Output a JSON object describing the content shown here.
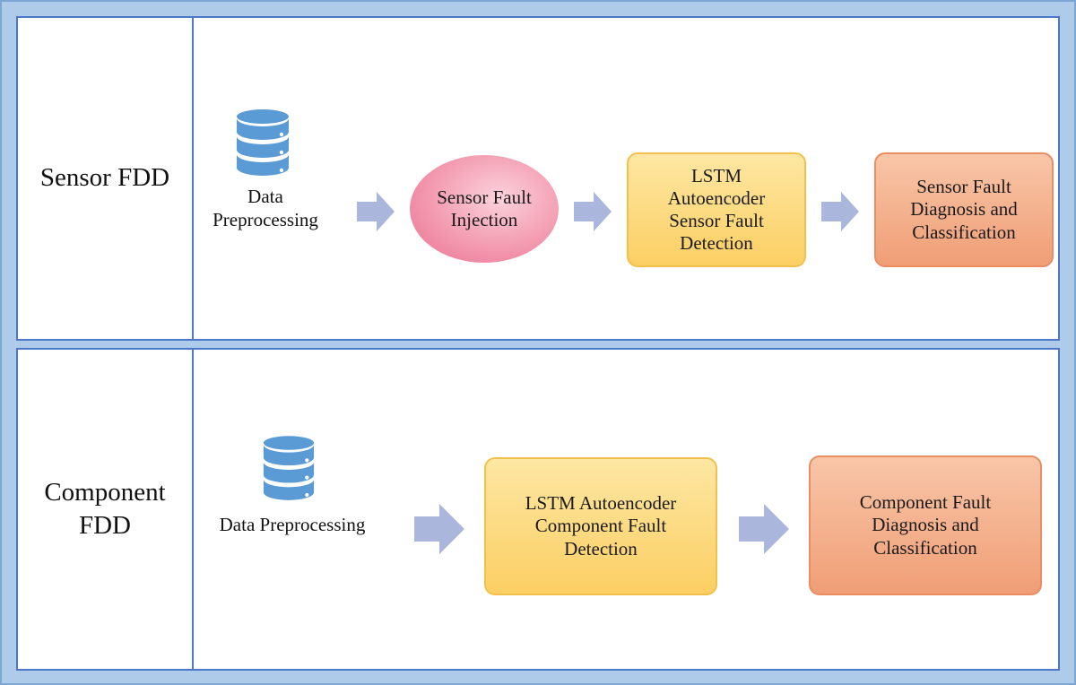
{
  "rows": [
    {
      "label": "Sensor FDD",
      "source": "Data Preprocessing",
      "nodes": [
        {
          "text": "Sensor Fault Injection",
          "style": "ellipse"
        },
        {
          "text": "LSTM Autoencoder Sensor Fault Detection",
          "style": "yellow"
        },
        {
          "text": "Sensor Fault Diagnosis and Classification",
          "style": "orange"
        }
      ]
    },
    {
      "label": "Component FDD",
      "source": "Data Preprocessing",
      "nodes": [
        {
          "text": "LSTM Autoencoder Component Fault Detection",
          "style": "yellow"
        },
        {
          "text": "Component Fault Diagnosis and Classification",
          "style": "orange"
        }
      ]
    }
  ],
  "colors": {
    "frame": "#aecbe9",
    "panel_border": "#4b79c7",
    "database_icon": "#5b9bd5",
    "arrow": "#aab6dc",
    "ellipse_node": "#f39ab0",
    "yellow_node": "#fccf63",
    "orange_node": "#f09e76"
  },
  "icons": {
    "source": "database-icon",
    "flow": "arrow-right-icon"
  }
}
